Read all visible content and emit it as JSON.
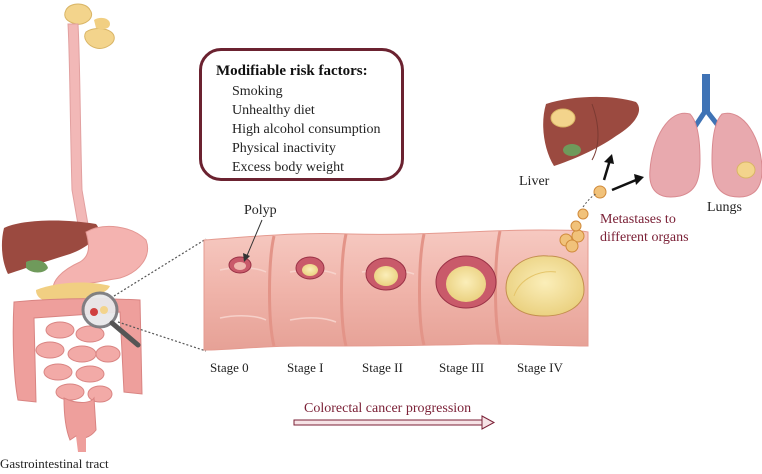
{
  "labels": {
    "polyp": "Polyp",
    "liver": "Liver",
    "lungs": "Lungs",
    "metastases_line1": "Metastases to",
    "metastases_line2": "different organs",
    "gi_tract": "Gastrointestinal tract",
    "progression": "Colorectal cancer progression"
  },
  "risk_factors": {
    "title": "Modifiable risk factors:",
    "items": [
      "Smoking",
      "Unhealthy diet",
      "High alcohol consumption",
      "Physical inactivity",
      "Excess body weight"
    ]
  },
  "stages": [
    "Stage 0",
    "Stage I",
    "Stage II",
    "Stage III",
    "Stage IV"
  ],
  "colors": {
    "accent": "#7b2137",
    "colon": "#f0b7ae",
    "colon_dark": "#d98a80",
    "tumor": "#f3dd9a",
    "liver": "#9b4a40",
    "lung": "#e8a9ae",
    "trachea": "#3f73b5"
  }
}
